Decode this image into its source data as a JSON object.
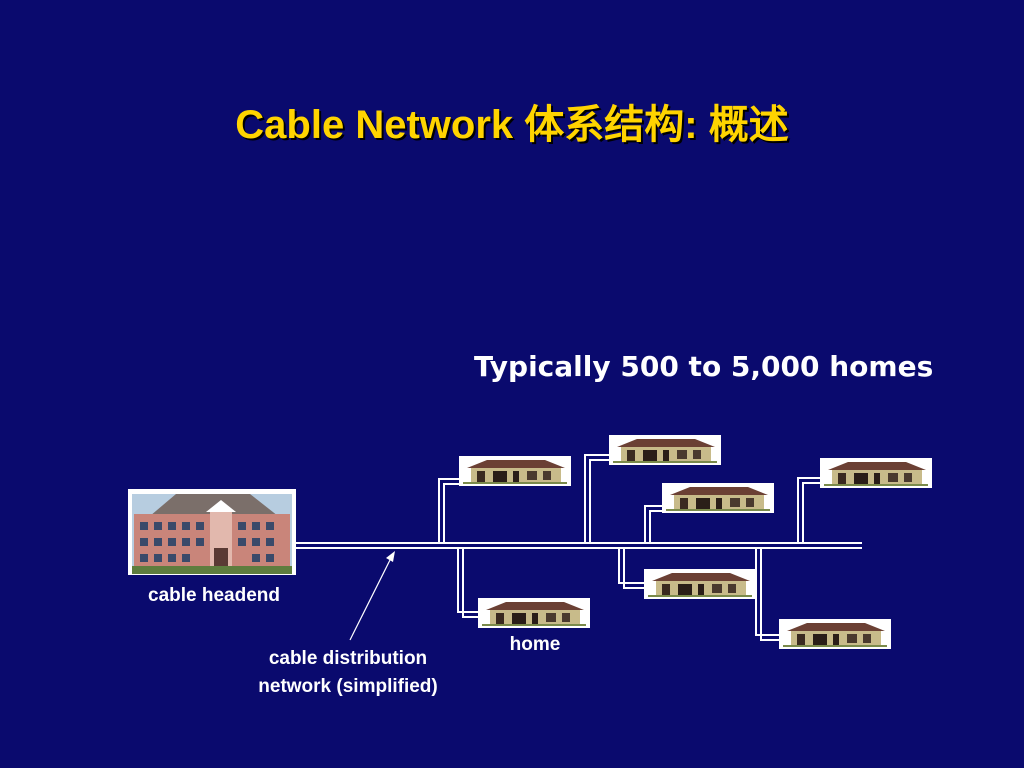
{
  "title": "Cable Network 体系结构: 概述",
  "subtitle": "Typically 500 to 5,000 homes",
  "labels": {
    "headend": "cable headend",
    "home": "home",
    "distribution_line1": "cable distribution",
    "distribution_line2": "network (simplified)"
  },
  "colors": {
    "background": "#0a0a6e",
    "title": "#ffd400",
    "text": "#ffffff",
    "cable": "#ffffff"
  }
}
